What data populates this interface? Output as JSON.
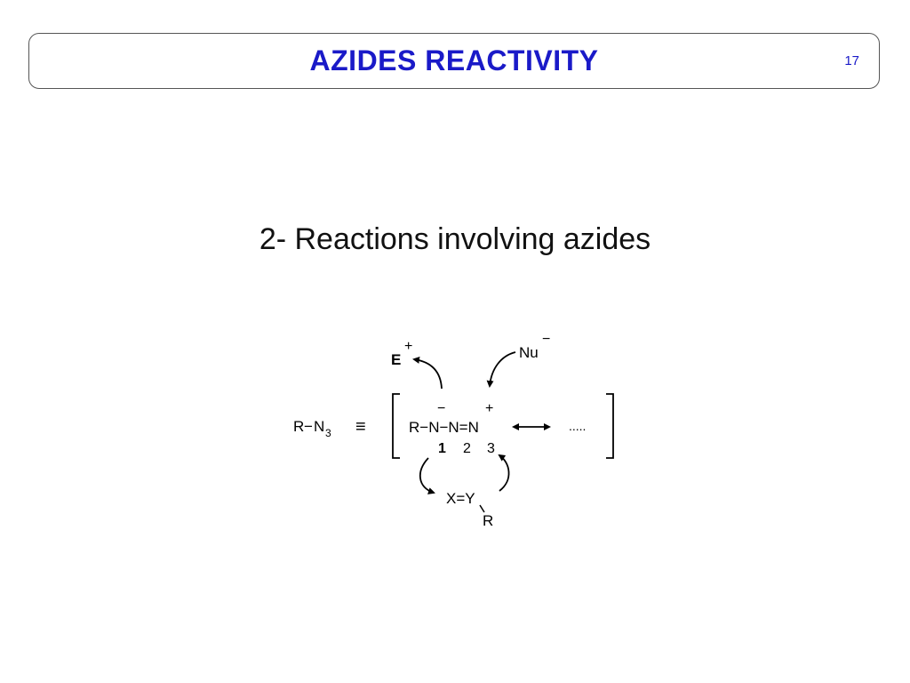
{
  "slide": {
    "title": "AZIDES REACTIVITY",
    "page_number": "17",
    "subtitle": "2- Reactions involving azides"
  },
  "scheme": {
    "electrophile": "E",
    "electrophile_charge": "+",
    "nucleophile": "Nu",
    "nucleophile_charge": "−",
    "left_formula_r": "R",
    "left_formula_bond": "−",
    "left_formula_n": "N",
    "left_formula_sub": "3",
    "equivalence": "≡",
    "resonance_formula": "R−N−N=N",
    "n1_charge": "−",
    "n3_charge": "+",
    "num_1": "1",
    "num_2": "2",
    "num_3": "3",
    "ellipsis": ".....",
    "dipolarophile": "X=Y",
    "dipolarophile_r": "R"
  }
}
